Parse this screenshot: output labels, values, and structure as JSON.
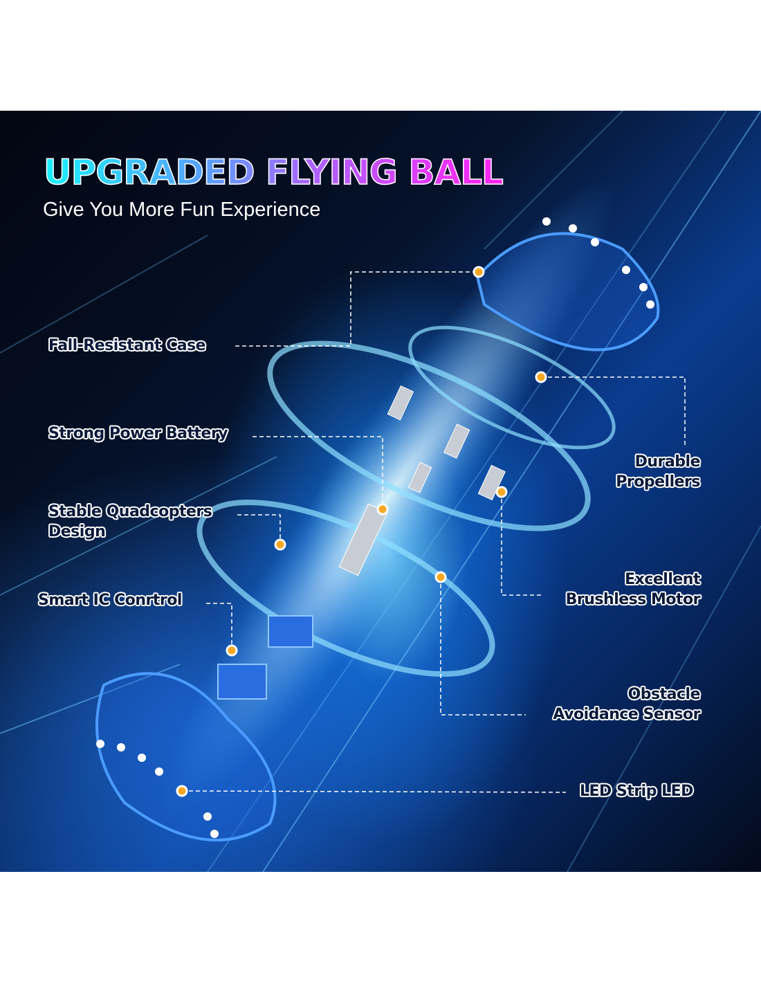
{
  "header": {
    "title": "UPGRADED FLYING BALL",
    "subtitle": "Give You More Fun Experience"
  },
  "callouts": {
    "case": "Fall-Resistant Case",
    "battery": "Strong Power Battery",
    "quad_1": "Stable Quadcopters",
    "quad_2": "Design",
    "ic": "Smart IC Conrtrol",
    "prop_1": "Durable",
    "prop_2": "Propellers",
    "motor_1": "Excellent",
    "motor_2": "Brushless Motor",
    "sensor_1": "Obstacle",
    "sensor_2": "Avoidance Sensor",
    "led": "LED Strip LED"
  },
  "colors": {
    "dot": "#f7a823",
    "line": "#ffffff",
    "accent_cyan": "#19f0ff",
    "accent_magenta": "#ff20f0"
  }
}
